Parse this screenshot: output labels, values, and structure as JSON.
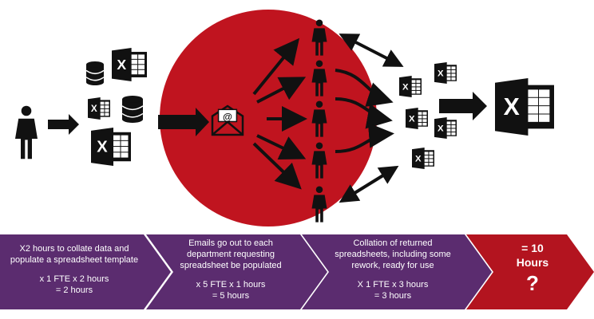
{
  "icons": {
    "person": "person-icon",
    "database": "database-icon",
    "excel": "excel-icon",
    "email": "email-icon",
    "arrow": "arrow-icon"
  },
  "colors": {
    "circle": "#c0141f",
    "chevron_purple": "#5b2c6f",
    "chevron_red": "#b3141f",
    "icon": "#111111"
  },
  "excel_letter": "X",
  "email_symbol": "@",
  "steps": [
    {
      "lines": [
        "X2 hours to collate data and",
        "populate a spreadsheet template"
      ],
      "calc": [
        "x 1 FTE x 2 hours",
        "= 2 hours"
      ]
    },
    {
      "lines": [
        "Emails go out to each",
        "department requesting",
        "spreadsheet be populated"
      ],
      "calc": [
        "x 5 FTE x 1 hours",
        "= 5 hours"
      ]
    },
    {
      "lines": [
        "Collation of returned",
        "spreadsheets, including some",
        "rework, ready for use"
      ],
      "calc": [
        "X 1 FTE x 3 hours",
        "= 3 hours"
      ]
    }
  ],
  "result": {
    "total_lines": [
      "= 10",
      "Hours"
    ],
    "question": "?"
  }
}
